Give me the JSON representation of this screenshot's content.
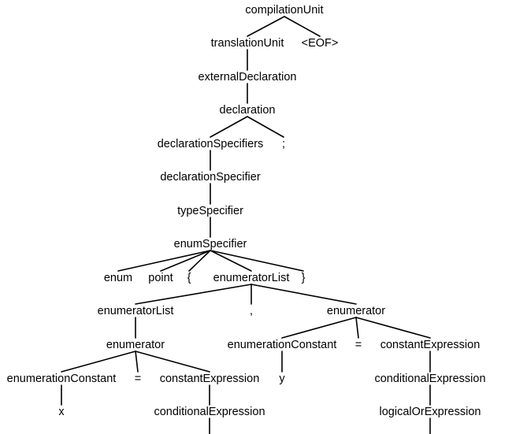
{
  "nodes": {
    "n1": "compilationUnit",
    "n2": "translationUnit",
    "n3": "<EOF>",
    "n4": "externalDeclaration",
    "n5": "declaration",
    "n6": "declarationSpecifiers",
    "n7": ";",
    "n8": "declarationSpecifier",
    "n9": "typeSpecifier",
    "n10": "enumSpecifier",
    "n11": "enum",
    "n12": "point",
    "n13": "{",
    "n14": "enumeratorList",
    "n15": "}",
    "n16": "enumeratorList",
    "n17": ",",
    "n18": "enumerator",
    "n19": "enumerator",
    "n20": "enumerationConstant",
    "n21": "=",
    "n22": "constantExpression",
    "n23": "enumerationConstant",
    "n24": "=",
    "n25": "constantExpression",
    "n26": "y",
    "n27": "conditionalExpression",
    "n28": "x",
    "n29": "conditionalExpression",
    "n30": "logicalOrExpression"
  },
  "edges": [
    [
      "n1",
      "n2"
    ],
    [
      "n1",
      "n3"
    ],
    [
      "n2",
      "n4"
    ],
    [
      "n4",
      "n5"
    ],
    [
      "n5",
      "n6"
    ],
    [
      "n5",
      "n7"
    ],
    [
      "n6",
      "n8"
    ],
    [
      "n8",
      "n9"
    ],
    [
      "n9",
      "n10"
    ],
    [
      "n10",
      "n11"
    ],
    [
      "n10",
      "n12"
    ],
    [
      "n10",
      "n13"
    ],
    [
      "n10",
      "n14"
    ],
    [
      "n10",
      "n15"
    ],
    [
      "n14",
      "n16"
    ],
    [
      "n14",
      "n17"
    ],
    [
      "n14",
      "n18"
    ],
    [
      "n16",
      "n19"
    ],
    [
      "n18",
      "n20"
    ],
    [
      "n18",
      "n21"
    ],
    [
      "n18",
      "n22"
    ],
    [
      "n19",
      "n23"
    ],
    [
      "n19",
      "n24"
    ],
    [
      "n19",
      "n25"
    ],
    [
      "n20",
      "n26"
    ],
    [
      "n22",
      "n27"
    ],
    [
      "n23",
      "n28"
    ],
    [
      "n25",
      "n29"
    ],
    [
      "n27",
      "n30"
    ]
  ],
  "truncated": [
    "n29",
    "n30"
  ]
}
